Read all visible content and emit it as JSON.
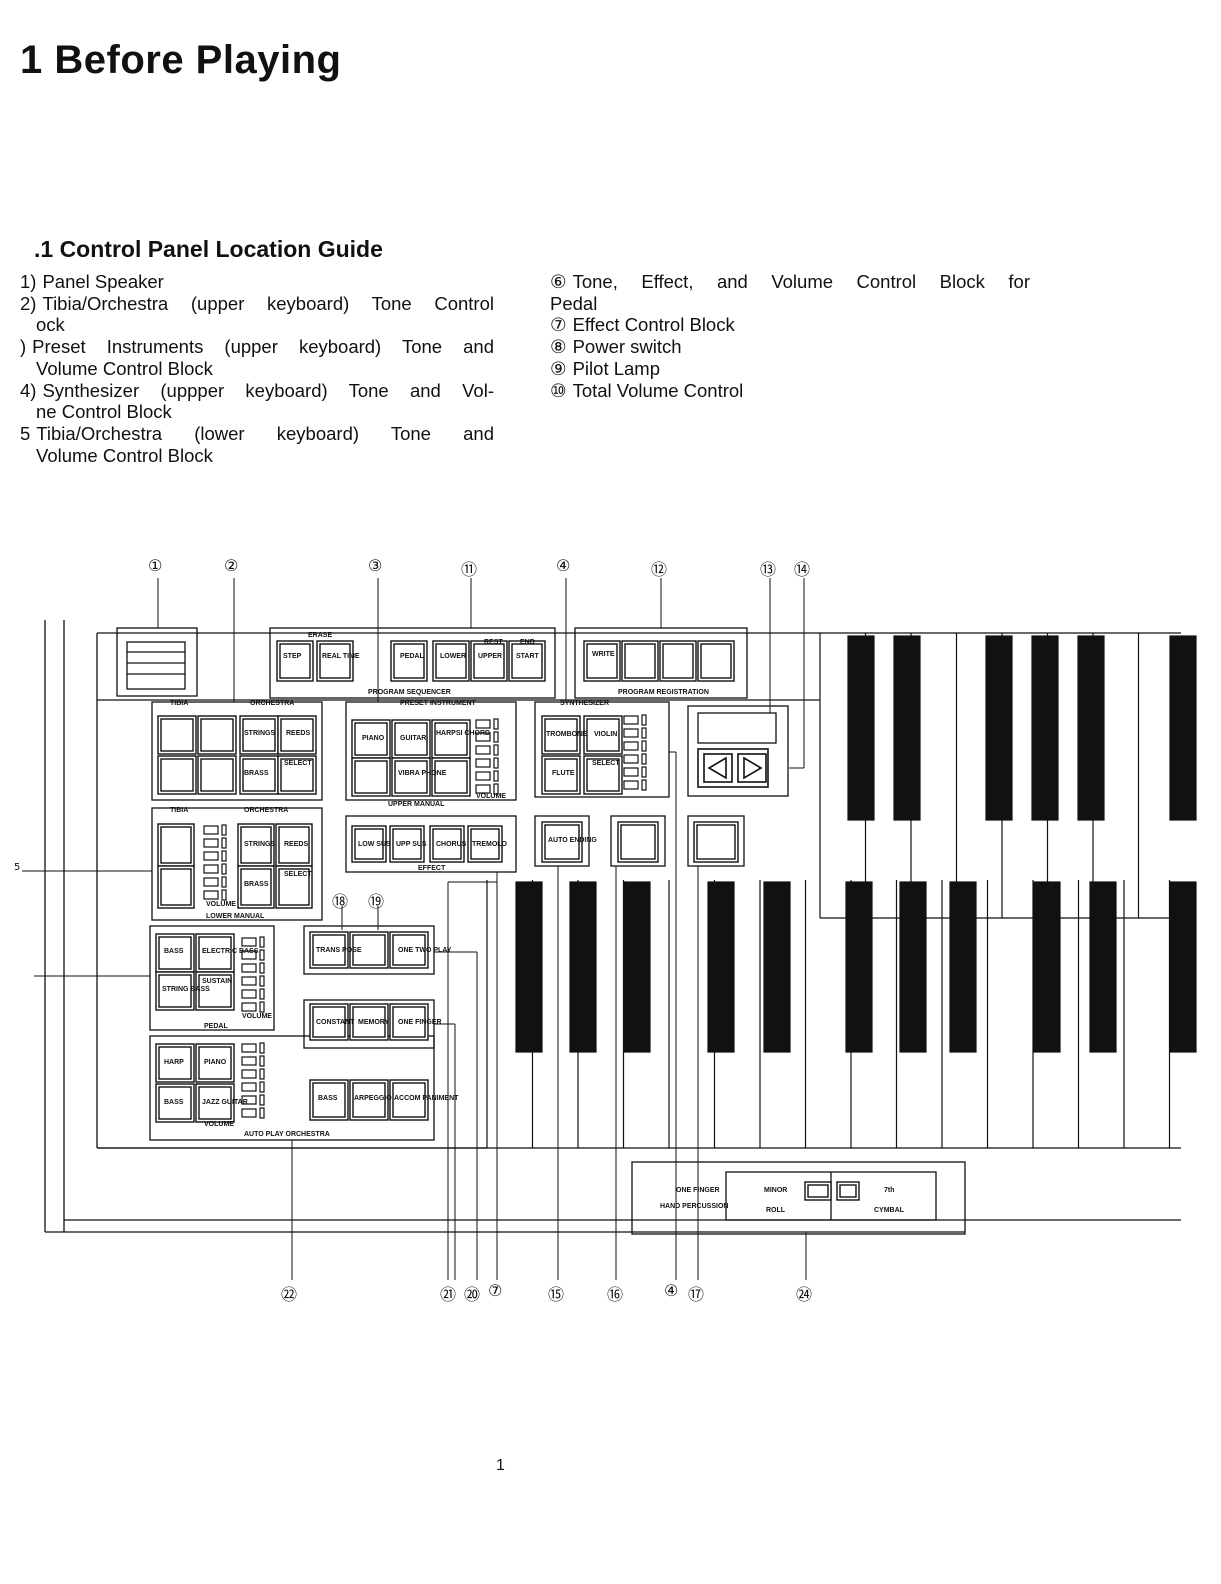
{
  "chapter_title": "1  Before Playing",
  "section_title": ".1   Control Panel Location Guide",
  "left_items": [
    {
      "num": "1)",
      "lines": [
        "Panel Speaker"
      ]
    },
    {
      "num": "2)",
      "lines": [
        "Tibia/Orchestra (upper keyboard) Tone Control",
        "ock"
      ]
    },
    {
      "num": ")",
      "lines": [
        "Preset Instruments (upper keyboard) Tone and",
        "Volume Control Block"
      ]
    },
    {
      "num": "4)",
      "lines": [
        "Synthesizer (uppper keyboard) Tone and Vol-",
        "ne Control Block"
      ]
    },
    {
      "num": "5",
      "lines": [
        "Tibia/Orchestra (lower keyboard) Tone and",
        "Volume Control Block"
      ]
    }
  ],
  "right_items": [
    {
      "num": "⑥",
      "lines": [
        "Tone, Effect, and Volume Control Block for",
        "Pedal"
      ]
    },
    {
      "num": "⑦",
      "lines": [
        "Effect Control Block"
      ]
    },
    {
      "num": "⑧",
      "lines": [
        "Power switch"
      ]
    },
    {
      "num": "⑨",
      "lines": [
        "Pilot Lamp"
      ]
    },
    {
      "num": "⑩",
      "lines": [
        "Total Volume Control"
      ]
    }
  ],
  "callouts_top": [
    "①",
    "②",
    "③",
    "⑪",
    "④",
    "⑫",
    "⑬",
    "⑭"
  ],
  "callouts_mid": [
    "⑱",
    "⑲"
  ],
  "callouts_bottom": [
    "㉒",
    "㉑",
    "⑳",
    "⑦",
    "⑮",
    "⑯",
    "④",
    "⑰",
    "㉔"
  ],
  "callout_left": "5",
  "panel_labels": {
    "erase": "ERASE",
    "step": "STEP",
    "real_time": "REAL TIME",
    "rest": "REST",
    "end": "END",
    "pedal": "PEDAL",
    "lower": "LOWER",
    "upper": "UPPER",
    "start": "START",
    "write": "WRITE",
    "program_sequencer": "PROGRAM SEQUENCER",
    "program_registration": "PROGRAM REGISTRATION",
    "tibia": "TIBIA",
    "orchestra": "ORCHESTRA",
    "strings": "STRINGS",
    "reeds": "REEDS",
    "select": "SELECT",
    "brass": "BRASS",
    "preset_instrument": "PRESET INSTRUMENT",
    "piano": "PIANO",
    "guitar": "GUITAR",
    "harpsi_chord": "HARPSI CHORD",
    "vibra_phone": "VIBRA PHONE",
    "upper_manual": "UPPER MANUAL",
    "volume": "VOLUME",
    "synthesizer": "SYNTHESIZER",
    "trombone": "TROMBONE",
    "violin": "VIOLIN",
    "flute": "FLUTE",
    "low_sus": "LOW SUS",
    "upp_sus": "UPP SUS",
    "chorus": "CHORUS",
    "tremolo": "TREMOLO",
    "effect": "EFFECT",
    "auto_ending": "AUTO ENDING",
    "lower_manual": "LOWER MANUAL",
    "trans_pose": "TRANS POSE",
    "one_two_play": "ONE TWO PLAY",
    "bass": "BASS",
    "electric_bass": "ELECTRIC BASS",
    "string_bass": "STRING BASS",
    "sustain": "SUSTAIN",
    "constant": "CONSTANT",
    "memory": "MEMORY",
    "one_finger": "ONE FINGER",
    "harp": "HARP",
    "jazz_guitar": "JAZZ GUITAR",
    "arpeggio": "ARPEGGIO",
    "accom_paniment": "ACCOM PANIMENT",
    "auto_play_orchestra": "AUTO PLAY ORCHESTRA",
    "one_finger_bottom": "ONE FINGER",
    "hand_percussion": "HAND PERCUSSION",
    "minor": "MINOR",
    "seventh": "7th",
    "roll": "ROLL",
    "cymbal": "CYMBAL"
  },
  "page_number": "1"
}
